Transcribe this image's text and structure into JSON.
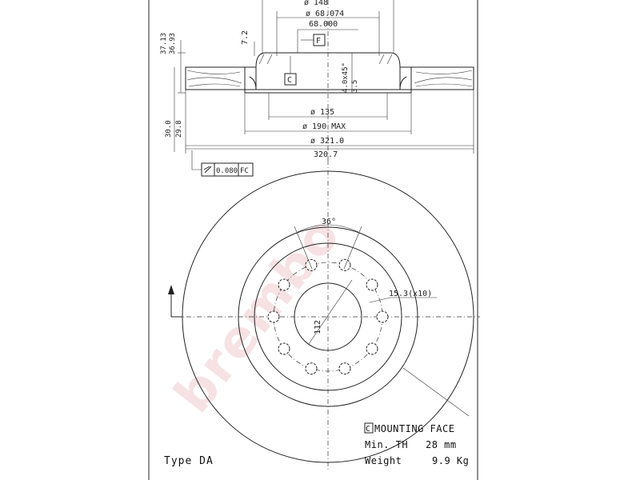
{
  "brand": {
    "watermark_text": "brembo",
    "accent": "#c94a5a"
  },
  "section_view": {
    "dim_top_partial": "ø 148",
    "dim_hub_outer": "ø 68.074",
    "dim_hub_inner": "68.000",
    "dim_hat_offset": "7.2",
    "datum_f": "F",
    "datum_c": "C",
    "dim_heights_a": "37.13",
    "dim_heights_b": "36.93",
    "dim_chamfer": "4.0x45°",
    "dim_depth": "3.5",
    "dim_thickness_a": "30.0",
    "dim_thickness_b": "29.8",
    "dim_pcd_135": "ø 135",
    "dim_190": "ø 190 MAX",
    "dim_321": "ø 321.0",
    "dim_3207": "320.7",
    "runout_value": "0.080",
    "runout_ref": "FC"
  },
  "face_view": {
    "angle": "36°",
    "hole_dim": "15.3(x10)",
    "pcd_dim": "112"
  },
  "notes": {
    "mounting_face_marker": "C",
    "mounting_face": "MOUNTING FACE",
    "min_th_label": "Min. TH",
    "min_th_value": "28 mm",
    "weight_label": "Weight",
    "weight_value": "9.9 Kg"
  },
  "type_label": "Type DA"
}
